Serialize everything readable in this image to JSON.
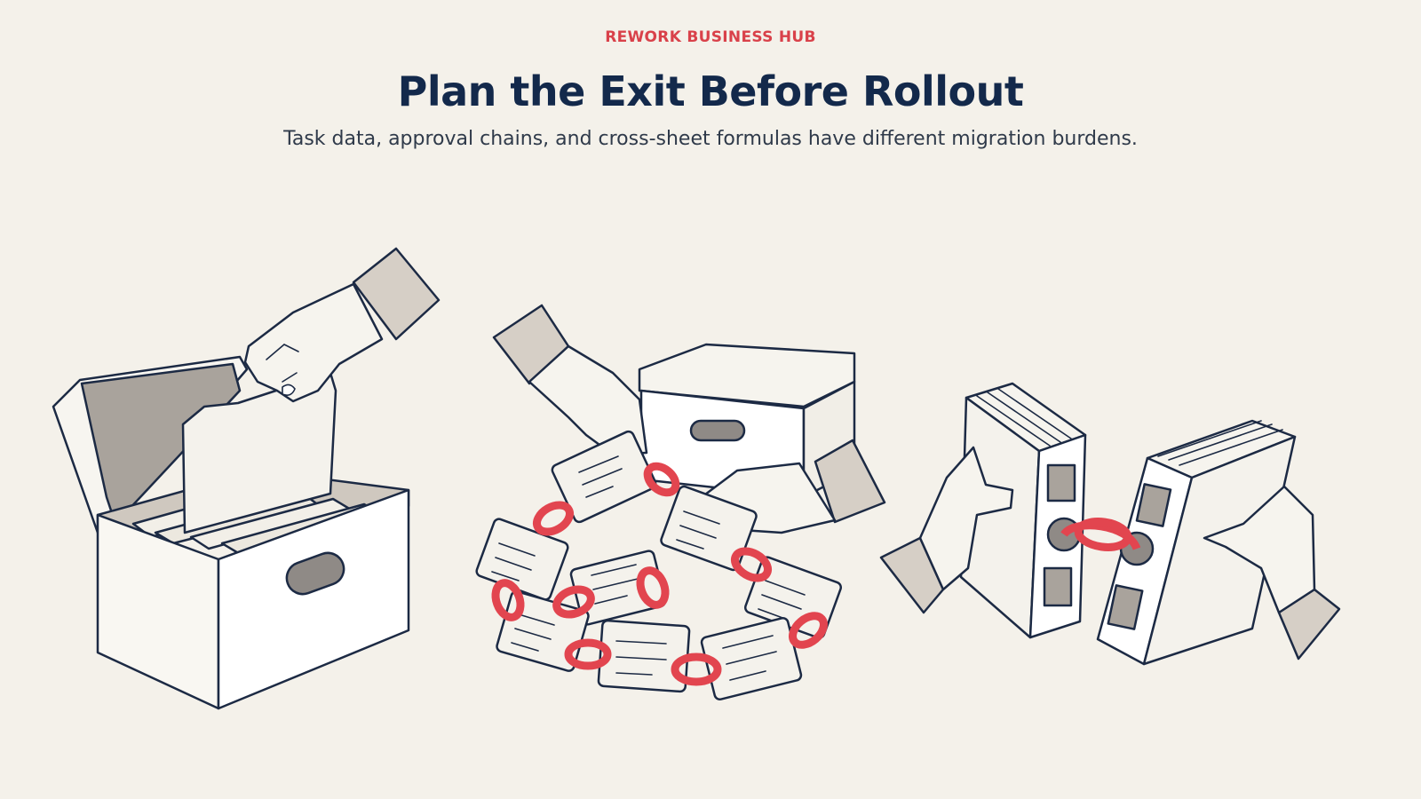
{
  "header": {
    "eyebrow": "REWORK BUSINESS HUB",
    "title": "Plan the Exit Before Rollout",
    "subtitle": "Task data, approval chains, and cross-sheet formulas have different migration burdens."
  },
  "colors": {
    "background": "#f4f1ea",
    "accent": "#d9414a",
    "title": "#13294b",
    "ink": "#1c2a44",
    "shade": "#d6cfc6"
  },
  "illustrations": [
    {
      "name": "file-box-with-hand-icon"
    },
    {
      "name": "chain-of-linked-cards-icon"
    },
    {
      "name": "two-linked-books-icon"
    }
  ]
}
